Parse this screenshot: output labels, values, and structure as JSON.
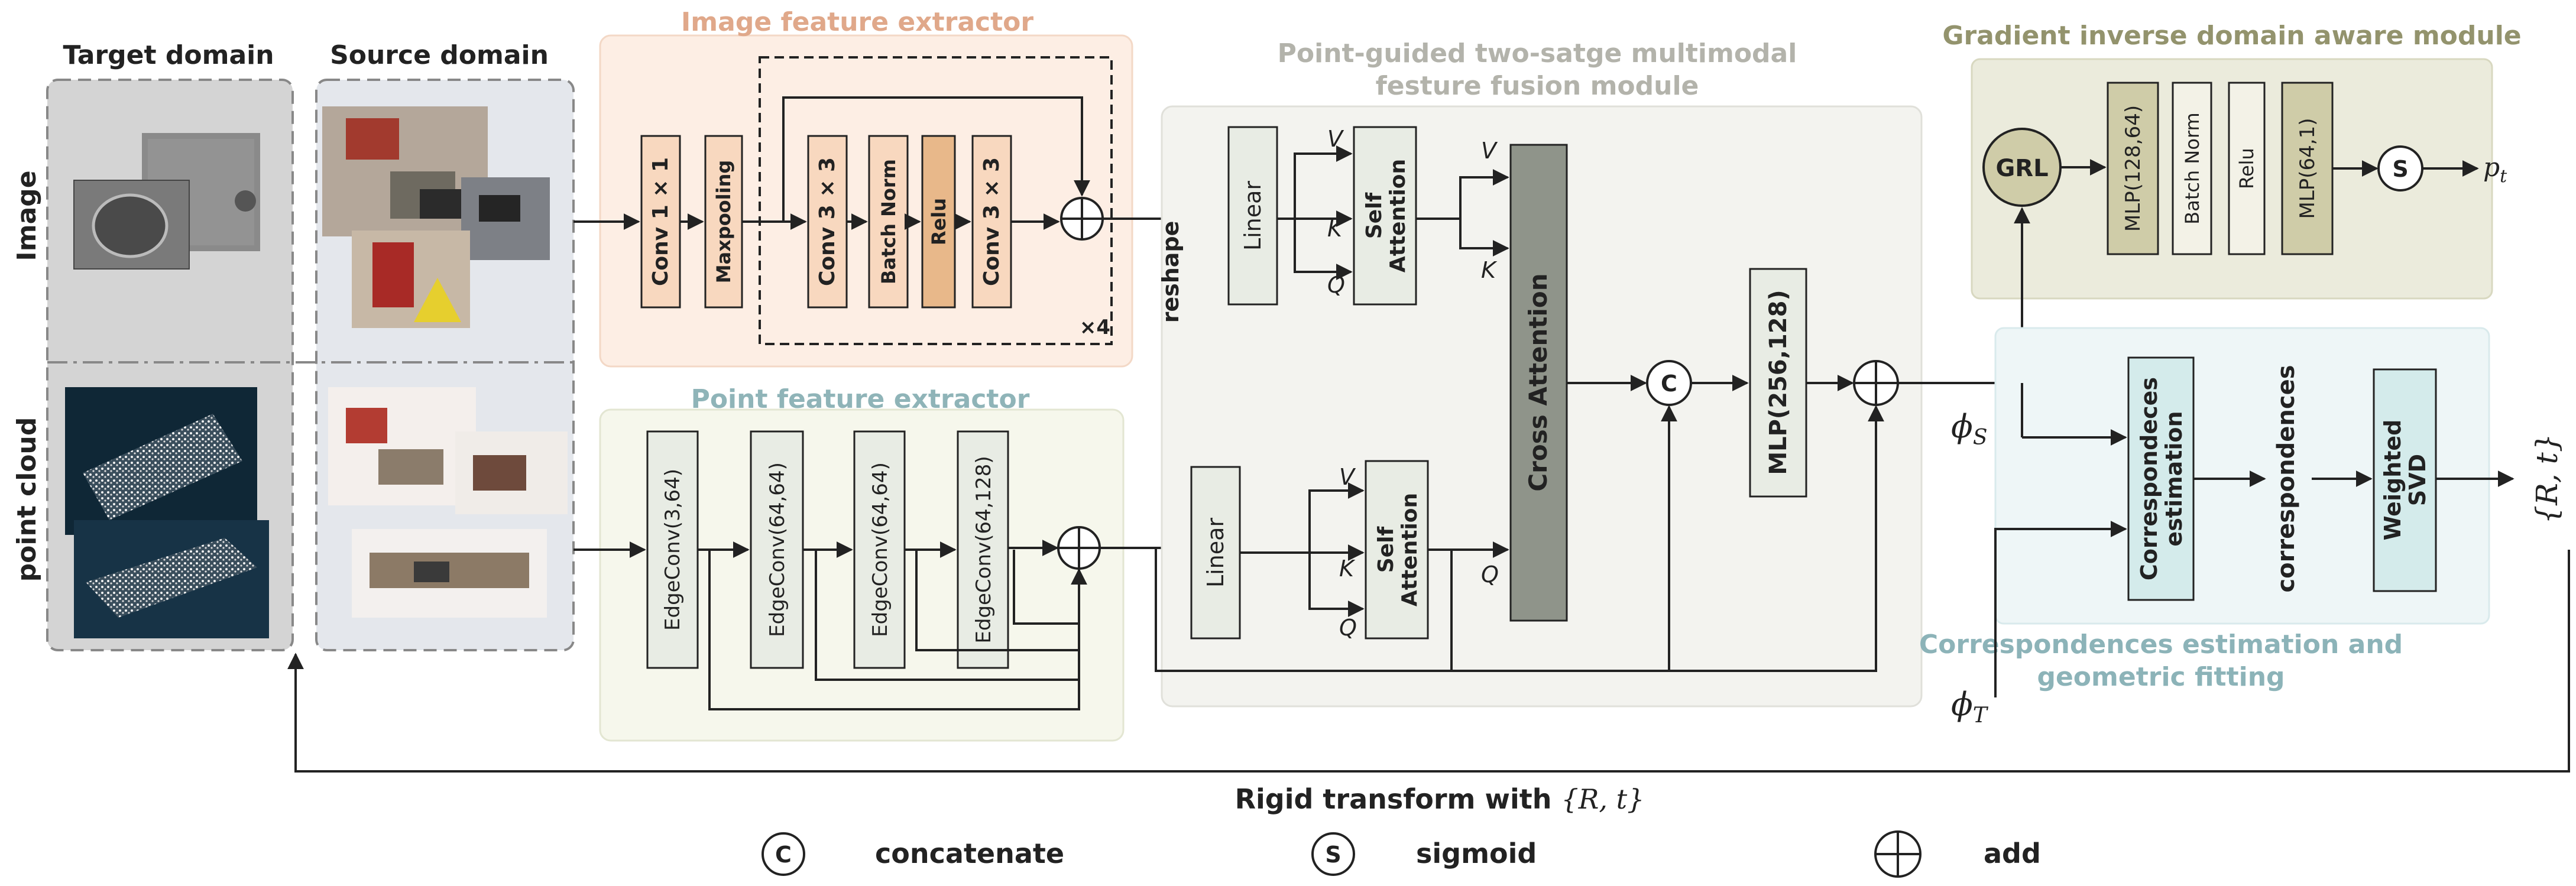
{
  "column_titles": {
    "target": "Target domain",
    "source": "Source domain"
  },
  "row_labels": {
    "image": "Image",
    "point_cloud": "point cloud"
  },
  "modules": {
    "image_extractor": "Image feature extractor",
    "fusion_line1": "Point-guided two-satge multimodal",
    "fusion_line2": "festure fusion module",
    "point_extractor": "Point feature extractor",
    "gradient": "Gradient inverse domain aware module",
    "corr_line1": "Correspondences estimation and",
    "corr_line2": "geometric fitting"
  },
  "image_branch": {
    "conv1": "Conv 1 × 1",
    "maxpool": "Maxpooling",
    "conv3a": "Conv 3 × 3",
    "batchnorm": "Batch Norm",
    "relu": "Relu",
    "conv3b": "Conv 3 × 3",
    "repeat": "×4",
    "reshape": "reshape"
  },
  "point_branch": {
    "edge1": "EdgeConv(3,64)",
    "edge2": "EdgeConv(64,64)",
    "edge3": "EdgeConv(64,64)",
    "edge4": "EdgeConv(64,128)"
  },
  "fusion": {
    "linear_top": "Linear",
    "linear_bottom": "Linear",
    "self_attention_top_1": "Self",
    "self_attention_top_2": "Attention",
    "self_attention_bottom_1": "Self",
    "self_attention_bottom_2": "Attention",
    "cross_attention": "Cross Attention",
    "mlp": "MLP(256,128)",
    "V": "V",
    "K": "K",
    "Q": "Q",
    "concat_symbol": "C"
  },
  "gradient": {
    "grl": "GRL",
    "mlp1": "MLP(128,64)",
    "batchnorm": "Batch Norm",
    "relu": "Relu",
    "mlp2": "MLP(64,1)",
    "sigmoid_symbol": "S",
    "p": "p",
    "p_sub": "t"
  },
  "corr": {
    "estimation_1": "Correspondeces",
    "estimation_2": "estimation",
    "correspondences": "correspondences",
    "svd_1": "Weighted",
    "svd_2": "SVD",
    "phi": "ϕ",
    "phi_s_sub": "S",
    "phi_t_sub": "T",
    "output": "{R, t}"
  },
  "rigid": {
    "prefix": "Rigid transform with ",
    "math": "{R, t}"
  },
  "legend": {
    "c_symbol": "C",
    "c_label": "concatenate",
    "s_symbol": "S",
    "s_label": "sigmoid",
    "add_label": "add"
  },
  "colors": {
    "domain_panel": "#d4d4d4",
    "source_panel": "#e4e7ec",
    "image_module_bg": "#fdeee4",
    "image_module_title": "#e0a88a",
    "conv_fill": "#f8d8bf",
    "relu_fill": "#e8b88a",
    "point_module_bg": "#f6f7ec",
    "point_module_title": "#8fb4b8",
    "fusion_module_bg": "#f3f3ef",
    "fusion_title": "#b3b3ab",
    "box_gray": "#e8ece4",
    "cross_attention": "#8f948a",
    "gradient_bg": "#ebebdc",
    "gradient_title": "#93936d",
    "mlp_olive": "#cfcca8",
    "corr_bg": "#eef6f7",
    "corr_title": "#8cb3b8",
    "corr_box": "#d4ebeb"
  }
}
